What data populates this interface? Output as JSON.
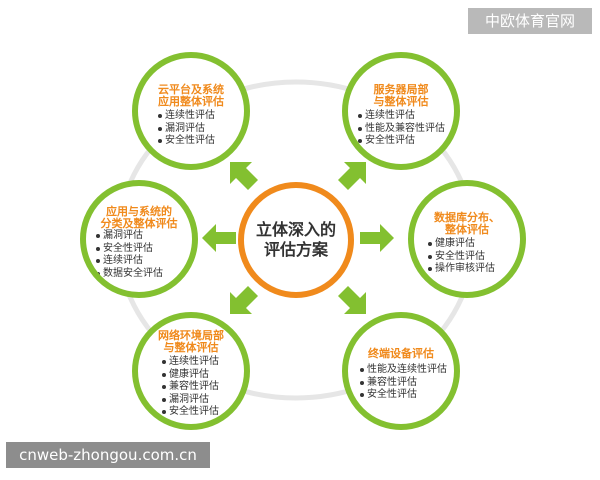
{
  "center": {
    "title": "立体深入的\n评估方案"
  },
  "nodes": [
    {
      "id": "cloud",
      "title": "云平台及系统\n应用整体评估",
      "items": [
        "连续性评估",
        "漏洞评估",
        "安全性评估"
      ]
    },
    {
      "id": "server",
      "title": "服务器局部\n与整体评估",
      "items": [
        "连续性评估",
        "性能及兼容性评估",
        "安全性评估"
      ]
    },
    {
      "id": "app",
      "title": "应用与系统的\n分类及整体评估",
      "items": [
        "漏洞评估",
        "安全性评估",
        "连续评估",
        "数据安全评估"
      ]
    },
    {
      "id": "database",
      "title": "数据库分布、\n整体评估",
      "items": [
        "健康评估",
        "安全性评估",
        "操作审核评估"
      ]
    },
    {
      "id": "network",
      "title": "网络环境局部\n与整体评估",
      "items": [
        "连续性评估",
        "健康评估",
        "兼容性评估",
        "漏洞评估",
        "安全性评估"
      ]
    },
    {
      "id": "terminal",
      "title": "终端设备评估",
      "items": [
        "性能及连续性评估",
        "兼容性评估",
        "安全性评估"
      ]
    }
  ],
  "watermarks": {
    "top": "中欧体育官网",
    "bottom": "cnweb-zhongou.com.cn"
  },
  "colors": {
    "green": "#83c030",
    "orange": "#f08a1c",
    "ring": "#e6e6e6"
  }
}
